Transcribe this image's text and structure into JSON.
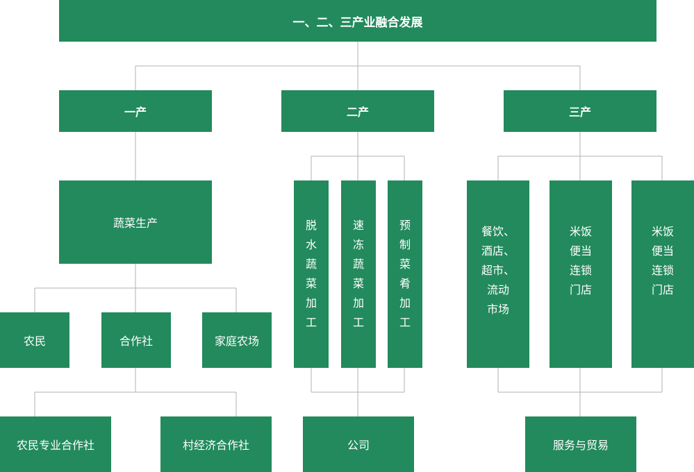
{
  "root": "一、二、三产业融合发展",
  "level1": [
    "一产",
    "二产",
    "三产"
  ],
  "primary": {
    "main": "蔬菜生产",
    "participants": [
      "农民",
      "合作社",
      "家庭农场"
    ],
    "coops": [
      "农民专业合作社",
      "村经济合作社"
    ]
  },
  "secondary": {
    "processes": [
      [
        "脱",
        "水",
        "蔬",
        "菜",
        "加",
        "工"
      ],
      [
        "速",
        "冻",
        "蔬",
        "菜",
        "加",
        "工"
      ],
      [
        "预",
        "制",
        "菜",
        "肴",
        "加",
        "工"
      ]
    ],
    "result": "公司"
  },
  "tertiary": {
    "channels": [
      [
        "餐饮、",
        "酒店、",
        "超市、",
        "流动",
        "市场"
      ],
      [
        "米饭",
        "便当",
        "连锁",
        "门店"
      ],
      [
        "米饭",
        "便当",
        "连锁",
        "门店"
      ]
    ],
    "result": "服务与贸易"
  },
  "colors": {
    "node": "#228a5c",
    "line": "#b0b0b0",
    "text": "#ffffff"
  }
}
